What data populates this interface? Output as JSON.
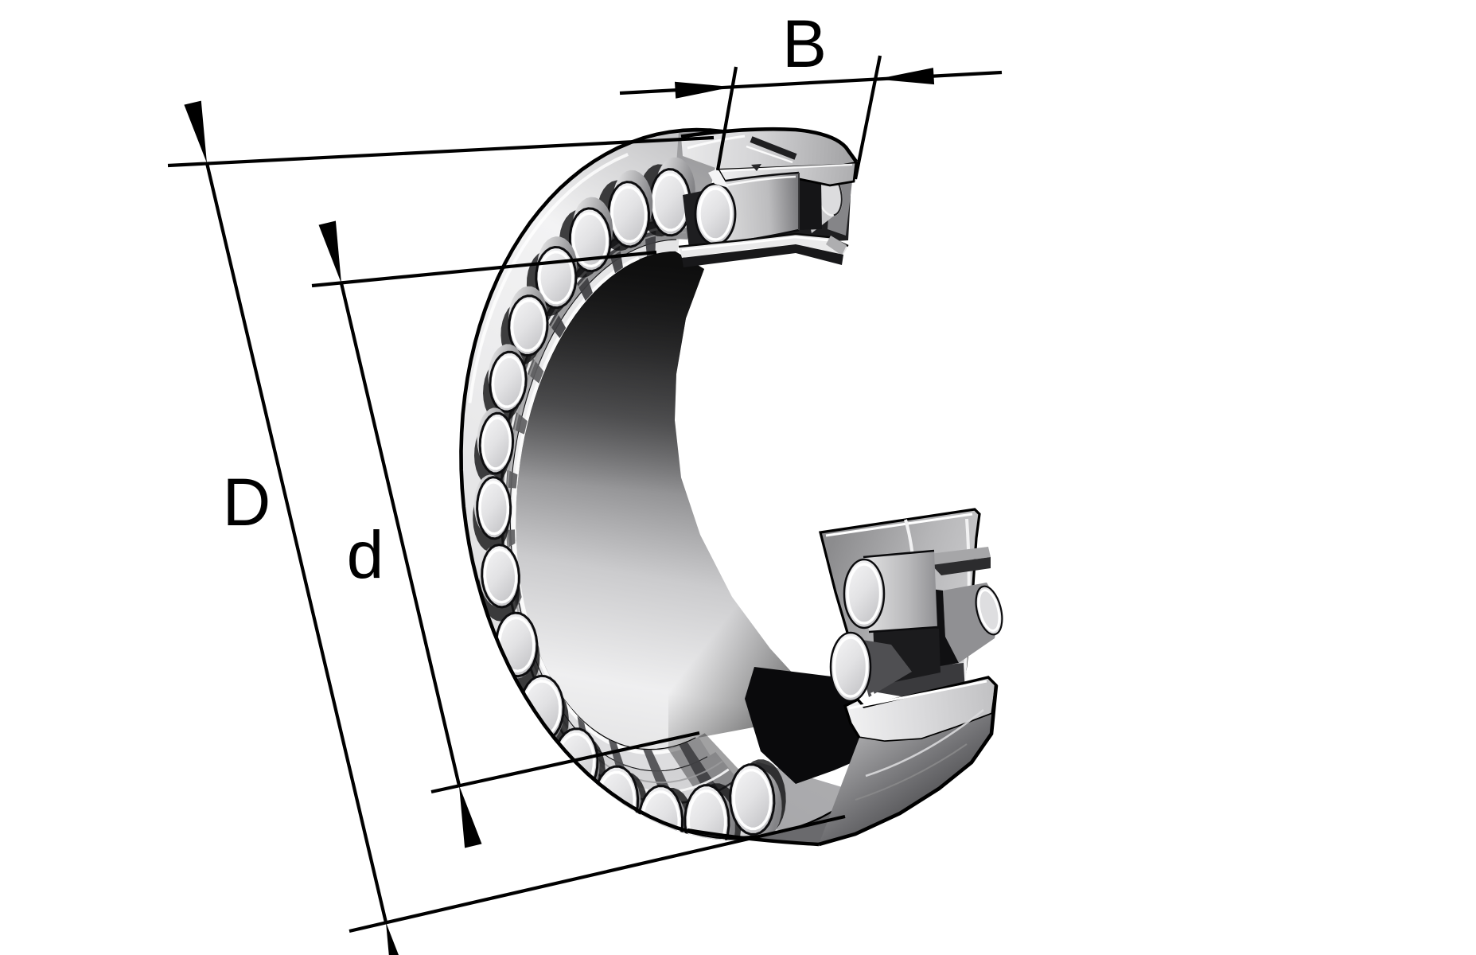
{
  "figure": {
    "kind": "bearing-dimension-diagram",
    "background": "#ffffff",
    "line_color": "#000000"
  },
  "labels": {
    "width": "B",
    "outer_diameter": "D",
    "bore_diameter": "d"
  },
  "palette": {
    "ink": "#000000",
    "background": "#ffffff",
    "metal_bright": "#f3f3f4",
    "metal_light": "#dededf",
    "metal_mid": "#b6b6b8",
    "metal_dark": "#6e6e71",
    "shadow_black": "#0a0a0c"
  }
}
